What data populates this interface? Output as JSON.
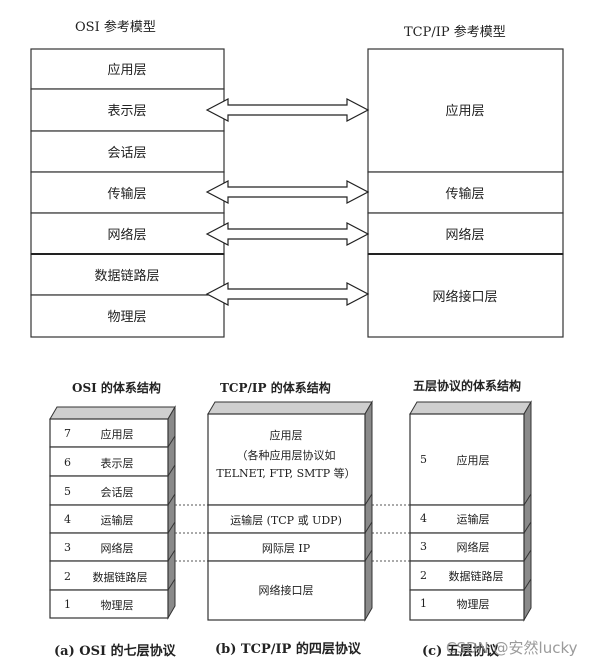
{
  "top": {
    "osi_title": "OSI 参考模型",
    "tcp_title": "TCP/IP 参考模型",
    "osi_layers": [
      "应用层",
      "表示层",
      "会话层",
      "传输层",
      "网络层",
      "数据链路层",
      "物理层"
    ],
    "tcp_layers": [
      "应用层",
      "传输层",
      "网络层",
      "网络接口层"
    ]
  },
  "bottom": {
    "osi": {
      "title": "OSI 的体系结构",
      "layers": [
        {
          "num": "7",
          "label": "应用层"
        },
        {
          "num": "6",
          "label": "表示层"
        },
        {
          "num": "5",
          "label": "会话层"
        },
        {
          "num": "4",
          "label": "运输层"
        },
        {
          "num": "3",
          "label": "网络层"
        },
        {
          "num": "2",
          "label": "数据链路层"
        },
        {
          "num": "1",
          "label": "物理层"
        }
      ],
      "caption": "(a) OSI 的七层协议"
    },
    "tcp": {
      "title": "TCP/IP 的体系结构",
      "app_lines": [
        "应用层",
        "（各种应用层协议如",
        "TELNET, FTP, SMTP 等）"
      ],
      "transport": "运输层 (TCP 或 UDP)",
      "internet": "网际层 IP",
      "link": "网络接口层",
      "caption": "(b) TCP/IP 的四层协议"
    },
    "five": {
      "title": "五层协议的体系结构",
      "layers": [
        {
          "num": "5",
          "label": "应用层"
        },
        {
          "num": "4",
          "label": "运输层"
        },
        {
          "num": "3",
          "label": "网络层"
        },
        {
          "num": "2",
          "label": "数据链路层"
        },
        {
          "num": "1",
          "label": "物理层"
        }
      ],
      "caption": "(c) 五层协议"
    }
  },
  "watermark": "CSDN @安然lucky"
}
